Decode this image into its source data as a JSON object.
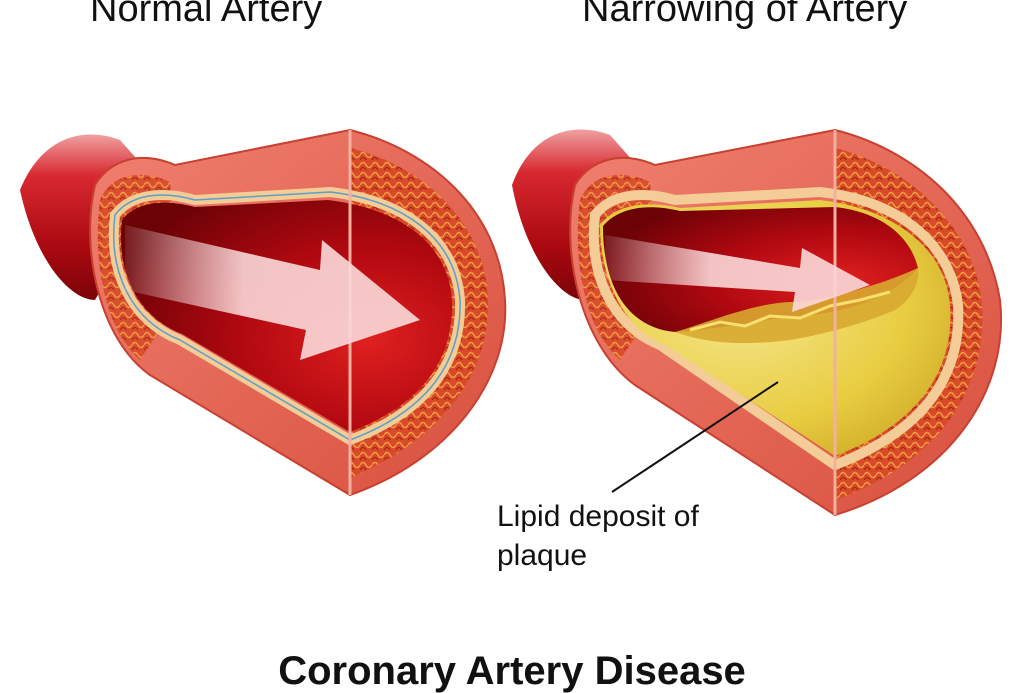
{
  "figure": {
    "left_label": "Normal Artery",
    "right_label": "Narrowing of Artery",
    "annotation_line1": "Lipid deposit of",
    "annotation_line2": "plaque",
    "main_title": "Coronary Artery Disease"
  },
  "colors": {
    "vessel_outer": "#c0141c",
    "vessel_wall": "#e56a5a",
    "lumen": "#b8080e",
    "intima": "#f2c8a0",
    "plaque": "#ecd040",
    "arrow": "#f6d8d8"
  }
}
